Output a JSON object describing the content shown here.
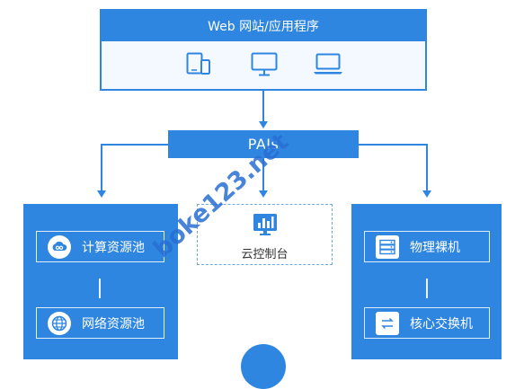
{
  "client": {
    "title": "Web 网站/应用程序",
    "devices": [
      "tablet-phone-icon",
      "desktop-monitor-icon",
      "laptop-icon"
    ]
  },
  "api_layer": {
    "label": "PAIs"
  },
  "left_panel": {
    "items": [
      {
        "label": "计算资源池",
        "icon": "cloud-link-icon"
      },
      {
        "label": "网络资源池",
        "icon": "globe-icon"
      }
    ]
  },
  "center": {
    "label": "云控制台",
    "icon": "bar-chart-monitor-icon"
  },
  "right_panel": {
    "items": [
      {
        "label": "物理裸机",
        "icon": "server-rack-icon"
      },
      {
        "label": "核心交换机",
        "icon": "switch-icon"
      }
    ]
  },
  "watermark": {
    "text": "boke123.net"
  },
  "colors": {
    "primary": "#2f86e0",
    "client_bg": "#f3f9ff",
    "watermark": "#286ed2"
  }
}
